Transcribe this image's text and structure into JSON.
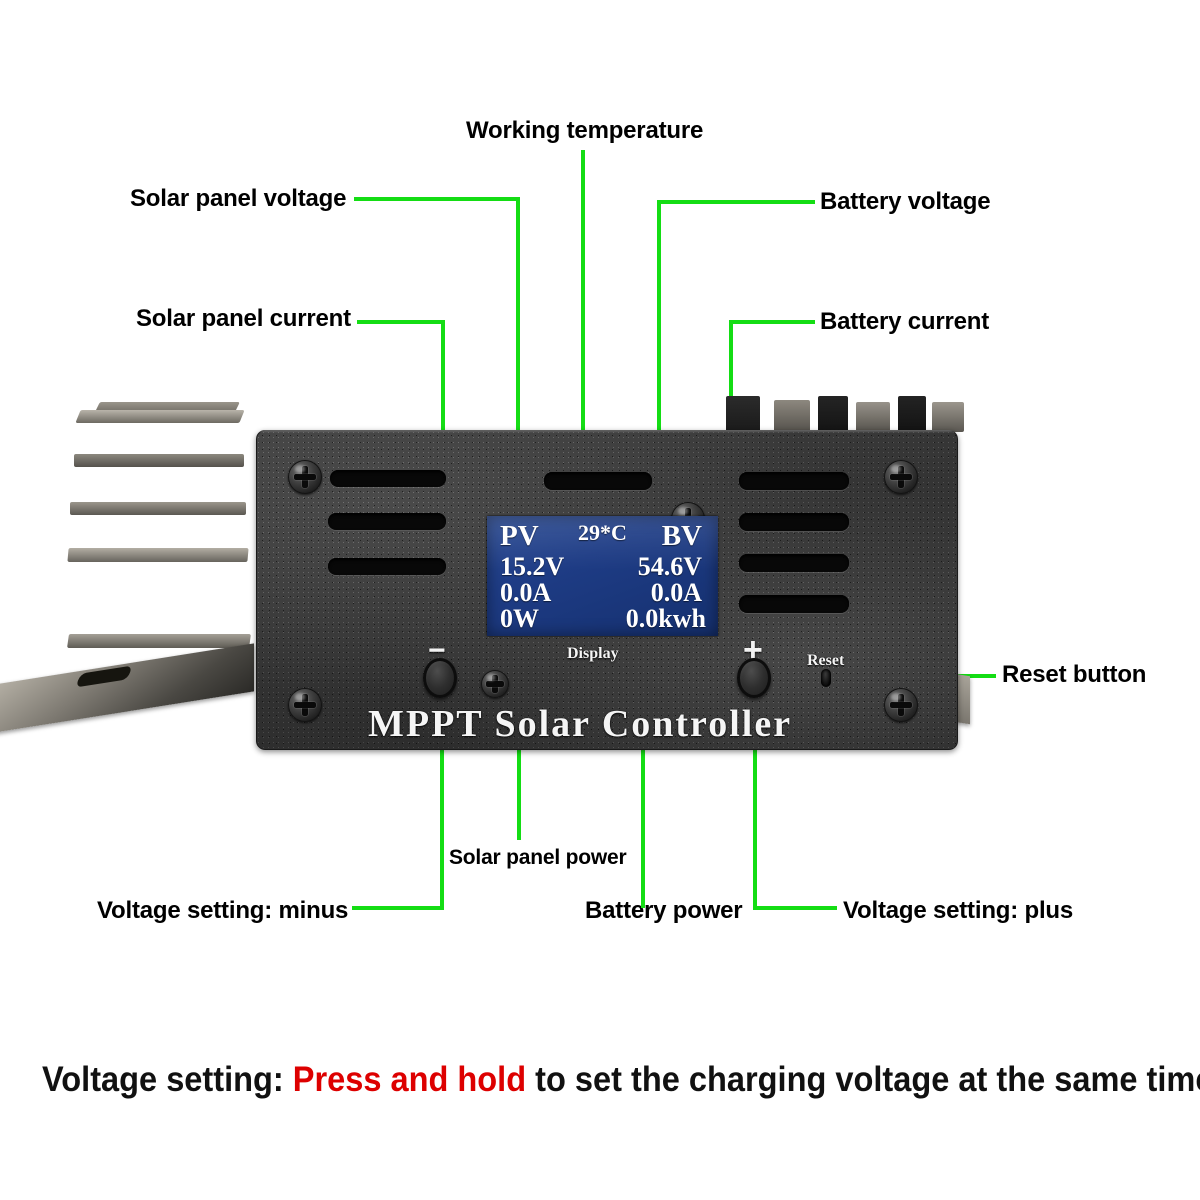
{
  "device": {
    "brand": "MPPT  Solar  Controller",
    "display_label": "Display",
    "reset_label": "Reset",
    "minus_symbol": "−",
    "plus_symbol": "+",
    "housing_color": "#333333",
    "lcd": {
      "background_color": "#1e3c85",
      "text_color": "#ffffff",
      "pv_header": "PV",
      "temperature": "29*C",
      "bv_header": "BV",
      "pv_voltage": "15.2V",
      "bv_voltage": "54.6V",
      "pv_current": "0.0A",
      "bv_current": "0.0A",
      "pv_power": "0W",
      "bv_energy": "0.0kwh"
    }
  },
  "annotation_color": "#14dd14",
  "callouts": [
    {
      "id": "working-temperature",
      "label": "Working temperature"
    },
    {
      "id": "solar-panel-voltage",
      "label": "Solar panel voltage"
    },
    {
      "id": "battery-voltage",
      "label": "Battery voltage"
    },
    {
      "id": "solar-panel-current",
      "label": "Solar panel current"
    },
    {
      "id": "battery-current",
      "label": "Battery current"
    },
    {
      "id": "reset-button",
      "label": "Reset button"
    },
    {
      "id": "solar-panel-power",
      "label": "Solar panel power"
    },
    {
      "id": "battery-power",
      "label": "Battery power"
    },
    {
      "id": "voltage-setting-minus",
      "label": "Voltage setting: minus"
    },
    {
      "id": "voltage-setting-plus",
      "label": "Voltage setting: plus"
    }
  ],
  "caption": {
    "prefix": "Voltage setting: ",
    "highlight": "Press and hold",
    "highlight_color": "#dd0000",
    "suffix": " to set the charging voltage at the same time"
  }
}
